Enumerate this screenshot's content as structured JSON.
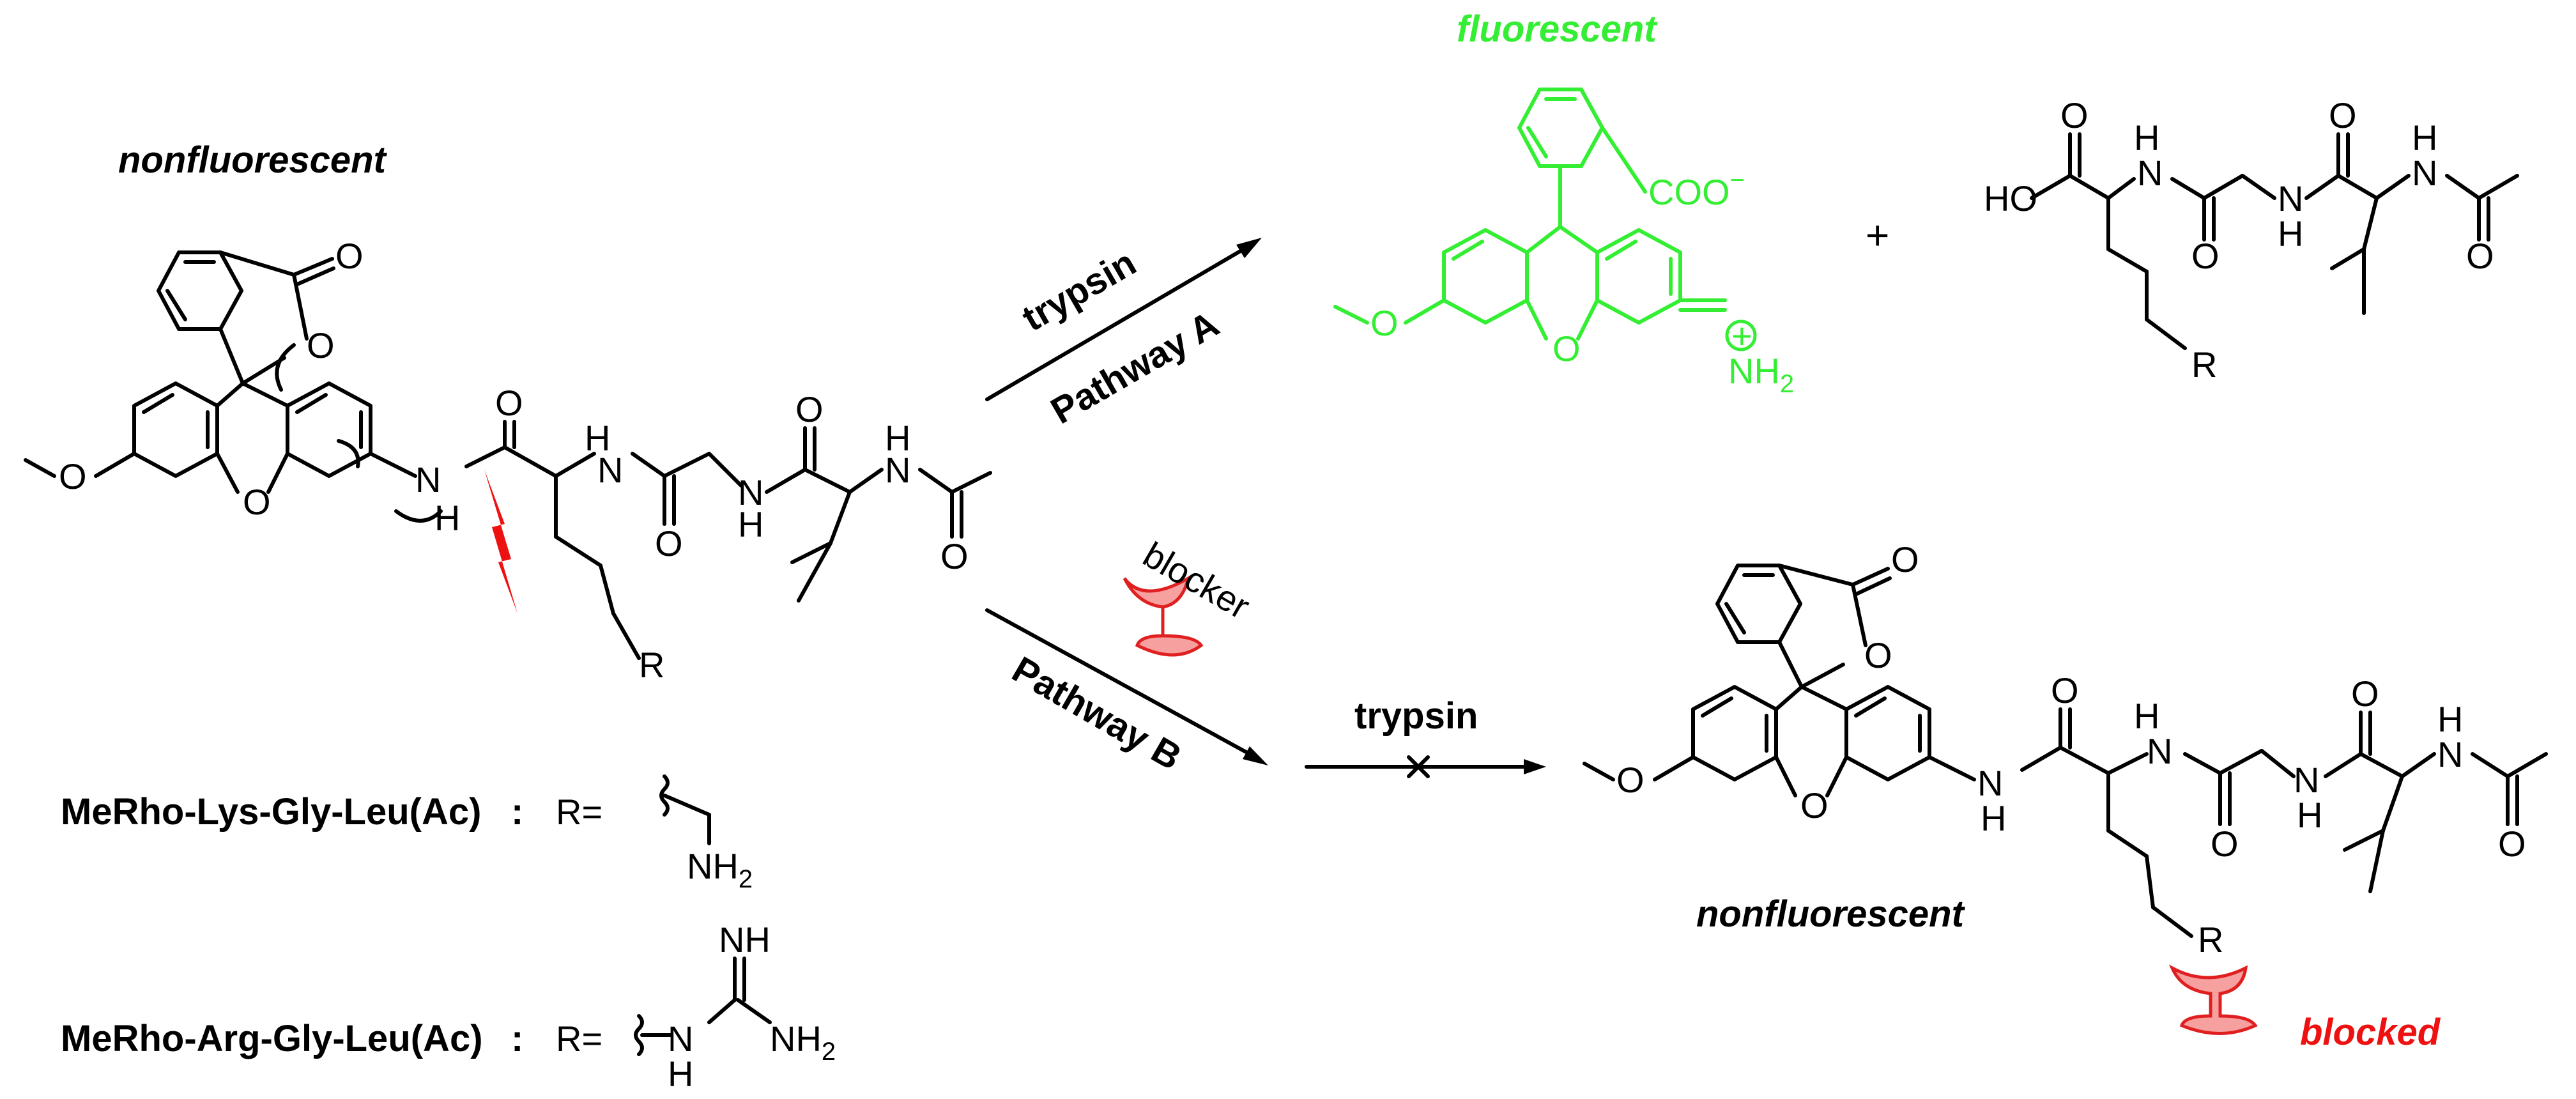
{
  "labels": {
    "nonfluor_left": "nonfluorescent",
    "nonfluor_right": "nonfluorescent",
    "fluorescent": "fluorescent",
    "blocked": "blocked",
    "blocker": "blocker",
    "trypsin_a": "trypsin",
    "pathway_a": "Pathway A",
    "pathway_b": "Pathway B",
    "trypsin_b": "trypsin",
    "plus": "+"
  },
  "compounds": {
    "lys_name": "MeRho-Lys-Gly-Leu(Ac)",
    "arg_name": "MeRho-Arg-Gly-Leu(Ac)",
    "colon": ":",
    "r_eq": "R=",
    "r": "R",
    "nh": "NH",
    "nh2": "NH",
    "sub2": "2",
    "h": "H",
    "n": "N",
    "o": "O",
    "ho": "HO",
    "coo": "COO",
    "minus": "−",
    "plus_circ": "+"
  },
  "colors": {
    "fluorescent": "#33ee33",
    "red": "#ee1111",
    "blocker_fill": "#f6a0a0",
    "blocker_stroke": "#e02020"
  }
}
